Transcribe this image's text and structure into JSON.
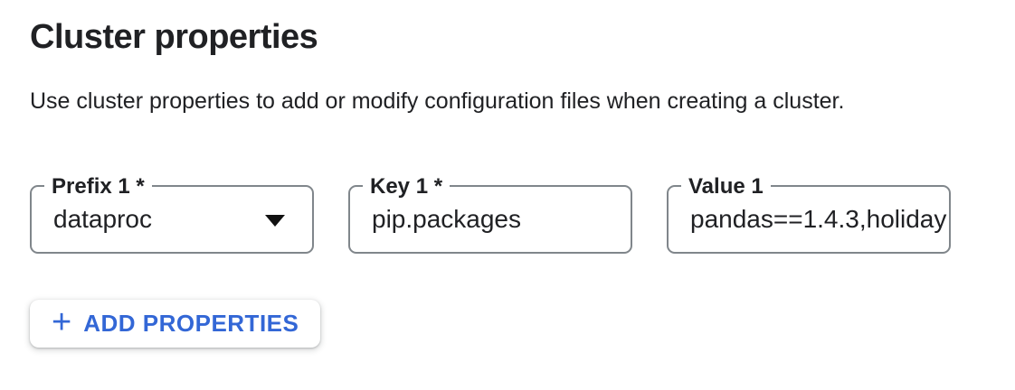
{
  "section": {
    "title": "Cluster properties",
    "description": "Use cluster properties to add or modify configuration files when creating a cluster."
  },
  "fields": [
    {
      "label": "Prefix 1 *",
      "value": "dataproc",
      "control": "dropdown",
      "icon": "dropdown-arrow-icon"
    },
    {
      "label": "Key 1 *",
      "value": "pip.packages",
      "control": "text-input"
    },
    {
      "label": "Value 1",
      "value": "pandas==1.4.3,holiday",
      "control": "text-input",
      "display_truncated": true
    }
  ],
  "add_button": {
    "icon_glyph": "+",
    "icon": "plus-icon",
    "label": "ADD PROPERTIES"
  },
  "colors": {
    "accent_blue": "#3367d6",
    "field_border": "#80868b",
    "text_primary": "#202124",
    "background": "#ffffff"
  }
}
